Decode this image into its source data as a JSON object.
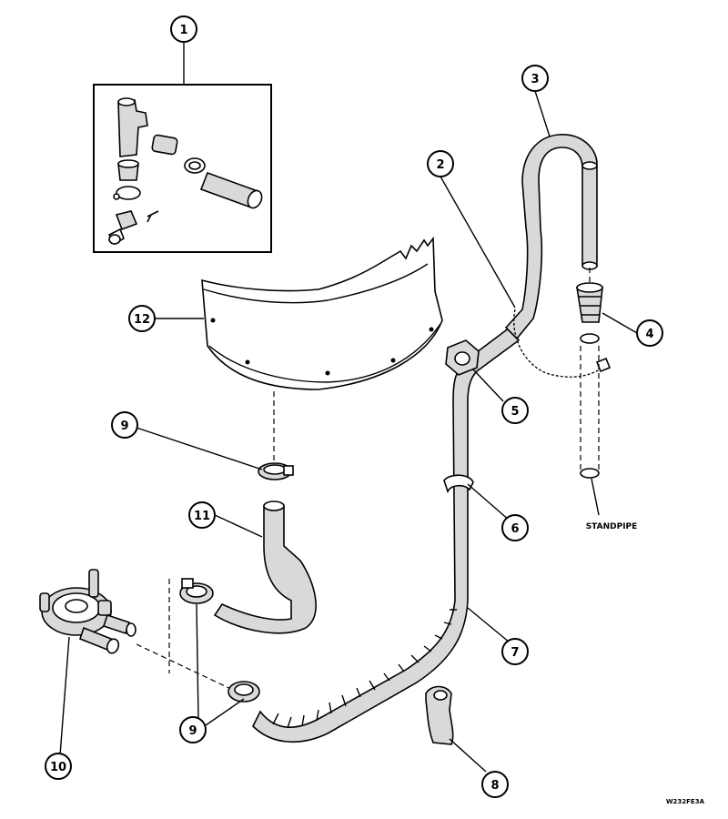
{
  "diagram": {
    "callouts": [
      {
        "id": "c1",
        "num": "1"
      },
      {
        "id": "c2",
        "num": "2"
      },
      {
        "id": "c3",
        "num": "3"
      },
      {
        "id": "c4",
        "num": "4"
      },
      {
        "id": "c5",
        "num": "5"
      },
      {
        "id": "c6",
        "num": "6"
      },
      {
        "id": "c7",
        "num": "7"
      },
      {
        "id": "c8",
        "num": "8"
      },
      {
        "id": "c9a",
        "num": "9"
      },
      {
        "id": "c9b",
        "num": "9"
      },
      {
        "id": "c10",
        "num": "10"
      },
      {
        "id": "c11",
        "num": "11"
      },
      {
        "id": "c12",
        "num": "12"
      }
    ],
    "standpipe_label": "STANDPIPE",
    "drawing_code": "W232FE3A"
  }
}
